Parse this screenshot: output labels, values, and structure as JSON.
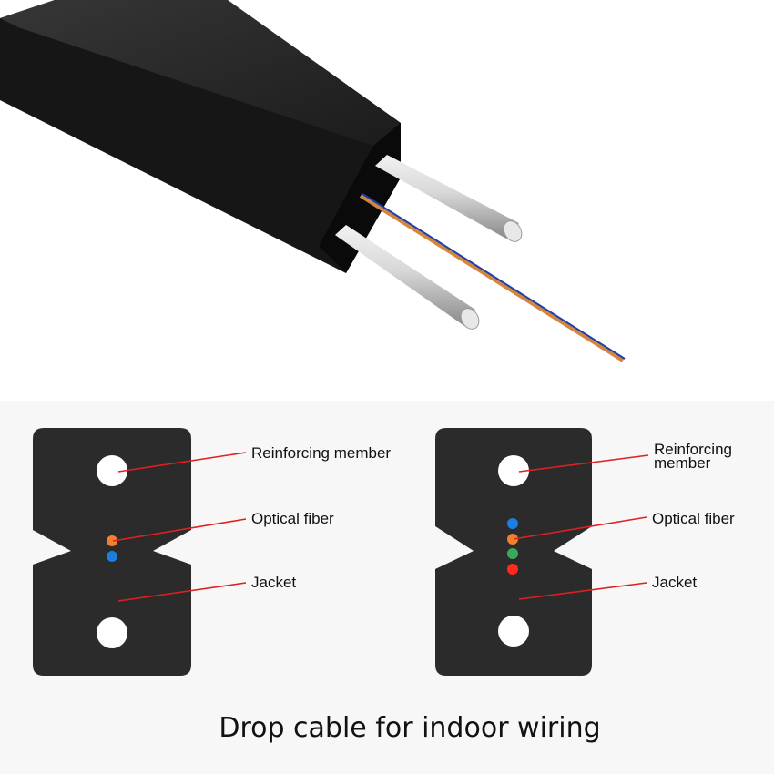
{
  "left_diagram": {
    "labels": {
      "reinforcing": "Reinforcing member",
      "fiber": "Optical fiber",
      "jacket": "Jacket"
    },
    "fiber_colors": [
      "#f08030",
      "#1e7ee0"
    ]
  },
  "right_diagram": {
    "labels": {
      "reinforcing": "Reinforcing member",
      "fiber": "Optical fiber",
      "jacket": "Jacket"
    },
    "fiber_colors": [
      "#1e7ee0",
      "#f08030",
      "#3aaa5a",
      "#ff2a1a"
    ]
  },
  "caption": "Drop cable for indoor wiring",
  "colors": {
    "jacket": "#2b2b2b",
    "leader_line": "#e02020"
  }
}
